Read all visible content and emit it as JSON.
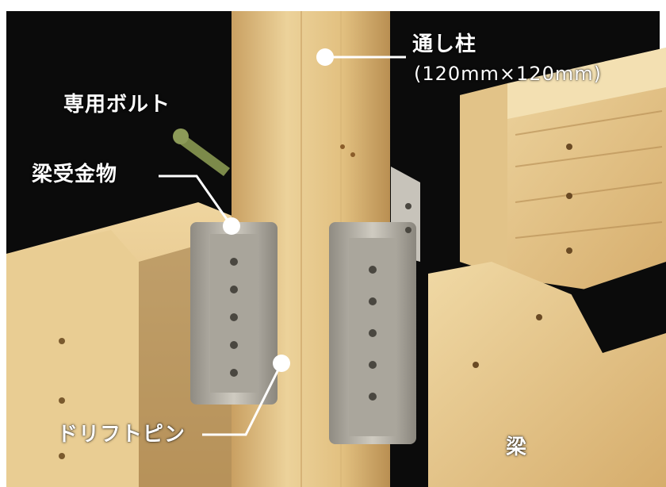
{
  "labels": {
    "column_name": "通し柱",
    "column_size": "(120mm×120mm)",
    "bolt": "専用ボルト",
    "hardware": "梁受金物",
    "drift_pin": "ドリフトピン",
    "beam": "梁"
  },
  "colors": {
    "background_dark": "#0b0b0b",
    "wood_light": "#e8c98a",
    "wood_mid": "#d2a965",
    "metal": "#b8b4aa",
    "label_text": "#ffffff"
  }
}
